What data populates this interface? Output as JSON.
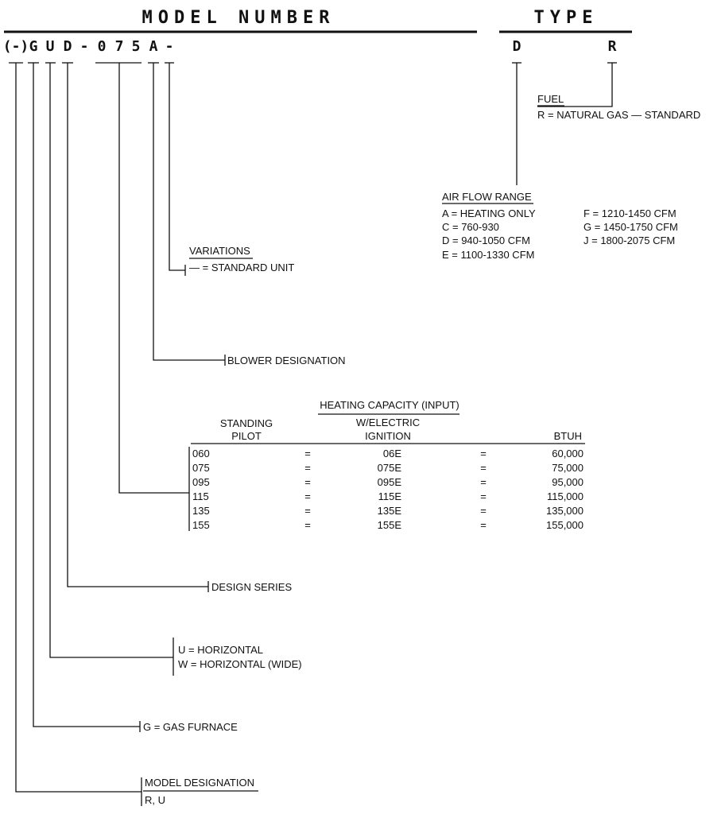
{
  "header": {
    "model_number": "MODEL NUMBER",
    "type": "TYPE"
  },
  "model_code": {
    "chars": [
      "(-)",
      "G",
      "U",
      "D",
      "-",
      "0",
      "7",
      "5",
      "A",
      "-"
    ]
  },
  "type_code": {
    "chars": [
      "D",
      "R"
    ]
  },
  "fuel": {
    "title": "FUEL",
    "line": "R = NATURAL GAS — STANDARD"
  },
  "air_flow": {
    "title": "AIR FLOW RANGE",
    "left": [
      "A = HEATING ONLY",
      "C = 760-930",
      "D = 940-1050 CFM",
      "E = 1100-1330 CFM"
    ],
    "right": [
      "F = 1210-1450 CFM",
      "G = 1450-1750 CFM",
      "J = 1800-2075 CFM"
    ]
  },
  "variations": {
    "title": "VARIATIONS",
    "line": "— = STANDARD UNIT"
  },
  "blower": {
    "label": "BLOWER DESIGNATION"
  },
  "heating": {
    "title": "HEATING CAPACITY (INPUT)",
    "col_pilot_1": "STANDING",
    "col_pilot_2": "PILOT",
    "col_ign_1": "W/ELECTRIC",
    "col_ign_2": "IGNITION",
    "col_btuh": "BTUH",
    "rows": [
      {
        "pilot": "060",
        "ign": "06E",
        "btuh": "60,000"
      },
      {
        "pilot": "075",
        "ign": "075E",
        "btuh": "75,000"
      },
      {
        "pilot": "095",
        "ign": "095E",
        "btuh": "95,000"
      },
      {
        "pilot": "115",
        "ign": "115E",
        "btuh": "115,000"
      },
      {
        "pilot": "135",
        "ign": "135E",
        "btuh": "135,000"
      },
      {
        "pilot": "155",
        "ign": "155E",
        "btuh": "155,000"
      }
    ],
    "eq": "="
  },
  "design_series": {
    "label": "DESIGN SERIES"
  },
  "orientation": {
    "lines": [
      "U = HORIZONTAL",
      "W = HORIZONTAL (WIDE)"
    ]
  },
  "gas_furnace": {
    "label": "G = GAS FURNACE"
  },
  "model_designation": {
    "title": "MODEL DESIGNATION",
    "line": "R, U"
  }
}
